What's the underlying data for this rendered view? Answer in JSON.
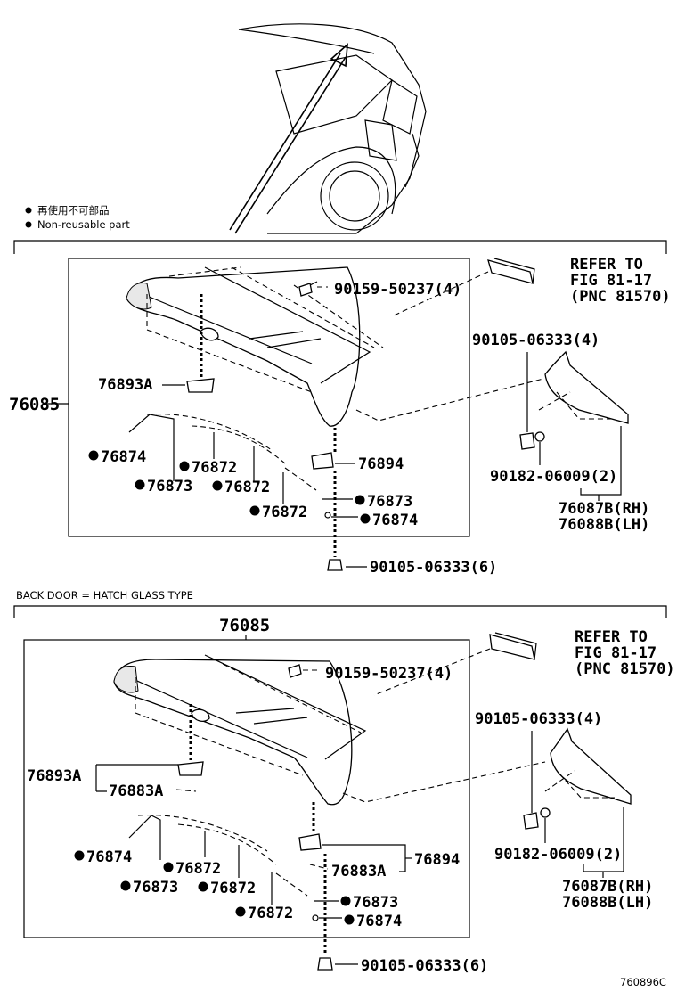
{
  "legend": {
    "japanese": "再使用不可部品",
    "english": "Non-reusable part"
  },
  "section_top": {
    "assembly": "76085",
    "refer_line1": "REFER TO",
    "refer_line2": "FIG 81-17",
    "refer_line3": "(PNC 81570)",
    "screw_top": "90159-50237(4)",
    "bolt_right": "90105-06333(4)",
    "bracket": "76893A",
    "bracket2": "76894",
    "seal1": "76874",
    "seal2": "76872",
    "seal3": "76873",
    "seal4": "76872",
    "seal5": "76872",
    "seal6": "76873",
    "seal7": "76874",
    "nut": "90182-06009(2)",
    "cover_rh": "76087B(RH)",
    "cover_lh": "76088B(LH)",
    "bolt_bottom": "90105-06333(6)"
  },
  "section_bottom": {
    "title": "BACK DOOR = HATCH GLASS TYPE",
    "assembly": "76085",
    "refer_line1": "REFER TO",
    "refer_line2": "FIG 81-17",
    "refer_line3": "(PNC 81570)",
    "screw_top": "90159-50237(4)",
    "bolt_right": "90105-06333(4)",
    "bracket": "76893A",
    "bracket_pad": "76883A",
    "bracket2": "76894",
    "bracket2_pad": "76883A",
    "seal1": "76874",
    "seal2": "76872",
    "seal3": "76873",
    "seal4": "76872",
    "seal5": "76872",
    "seal6": "76873",
    "seal7": "76874",
    "nut": "90182-06009(2)",
    "cover_rh": "76087B(RH)",
    "cover_lh": "76088B(LH)",
    "bolt_bottom": "90105-06333(6)"
  },
  "figure_id": "760896C"
}
